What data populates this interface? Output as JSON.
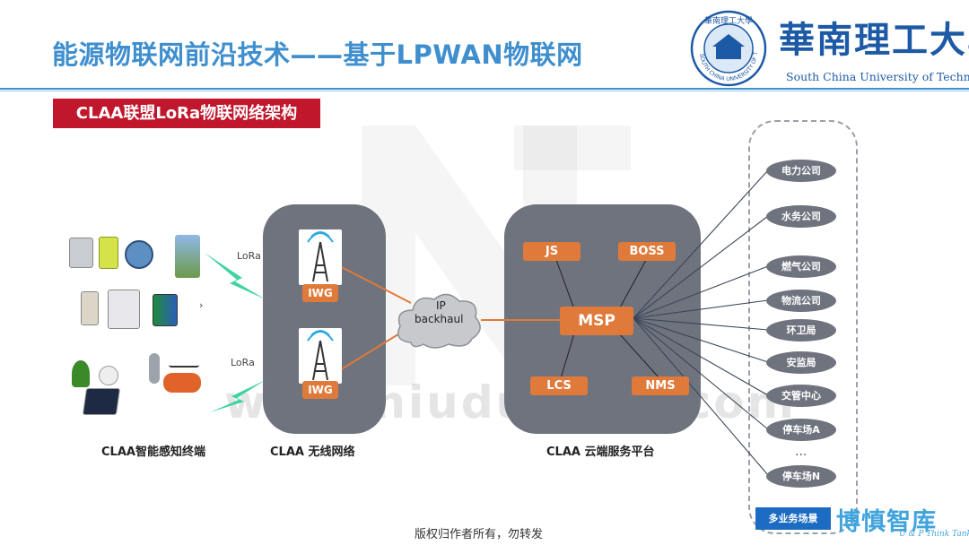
{
  "header": {
    "title": "能源物联网前沿技术——基于LPWAN物联网",
    "logo_text": "華南理工大學",
    "logo_en": "South China University of Technology",
    "seal_text": "SOUTH CHINA UNIVERSITY OF TECHNOLOGY"
  },
  "section_title": "CLAA联盟LoRa物联网络架构",
  "watermark": "www.niudunyan.com",
  "terminals": {
    "caption": "CLAA智能感知终端",
    "lora_top": "LoRa",
    "lora_bottom": "LoRa"
  },
  "wireless": {
    "caption": "CLAA  无线网络",
    "gateway_top": "IWG",
    "gateway_bottom": "IWG"
  },
  "backhaul": {
    "line1": "IP",
    "line2": "backhaul"
  },
  "cloud": {
    "caption": "CLAA 云端服务平台",
    "js": "JS",
    "boss": "BOSS",
    "msp": "MSP",
    "lcs": "LCS",
    "nms": "NMS"
  },
  "services": [
    "电力公司",
    "水务公司",
    "燃气公司",
    "物流公司",
    "环卫局",
    "安监局",
    "交管中心",
    "停车场A",
    "停车场N"
  ],
  "services_dots": "...",
  "services_caption": "多业务场景",
  "brand": {
    "name": "博慎智库",
    "en": "U & P Think Tank"
  },
  "copyright": "版权归作者所有，勿转发",
  "colors": {
    "title_blue": "#3f8fce",
    "section_red": "#c0172c",
    "panel_gray": "#6e737e",
    "orange": "#e07a3a",
    "lora_green": "#3fd3a0"
  }
}
